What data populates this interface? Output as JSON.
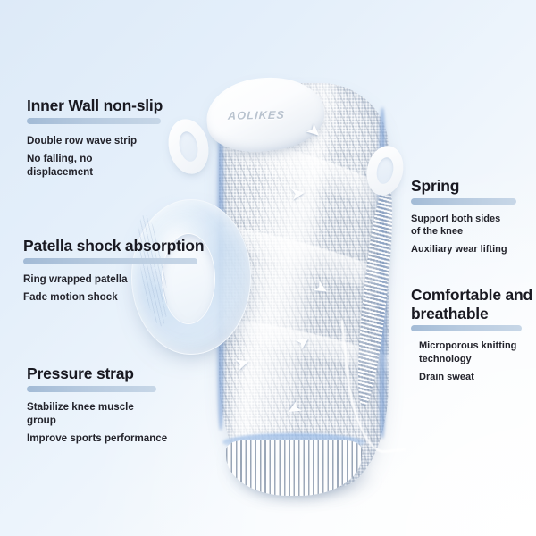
{
  "theme": {
    "bg_top_left": "#ddeaf8",
    "bg_bottom_right": "#fcfdfe",
    "accent_bar": "#aec4dc",
    "heading_color": "#191921",
    "body_color": "#23232b"
  },
  "product": {
    "brand_logo": "AOLIKES",
    "type": "knee-compression-sleeve",
    "marks": [
      "chevron",
      "chevron",
      "chevron",
      "chevron",
      "chevron",
      "chevron"
    ]
  },
  "callouts": [
    {
      "id": "inner-wall",
      "heading": "Inner Wall non-slip",
      "lines": [
        "Double row wave strip",
        "No falling, no\ndisplacement"
      ]
    },
    {
      "id": "patella",
      "heading": "Patella shock absorption",
      "lines": [
        "Ring wrapped patella",
        "Fade motion shock"
      ]
    },
    {
      "id": "pressure-strap",
      "heading": "Pressure strap",
      "lines": [
        "Stabilize knee muscle\ngroup",
        "Improve sports performance"
      ]
    },
    {
      "id": "spring",
      "heading": "Spring",
      "lines": [
        "Support both sides\nof the knee",
        "Auxiliary wear lifting"
      ]
    },
    {
      "id": "comfortable",
      "heading": "Comfortable and\nbreathable",
      "lines": [
        "Microporous knitting\ntechnology",
        "Drain sweat"
      ]
    }
  ]
}
